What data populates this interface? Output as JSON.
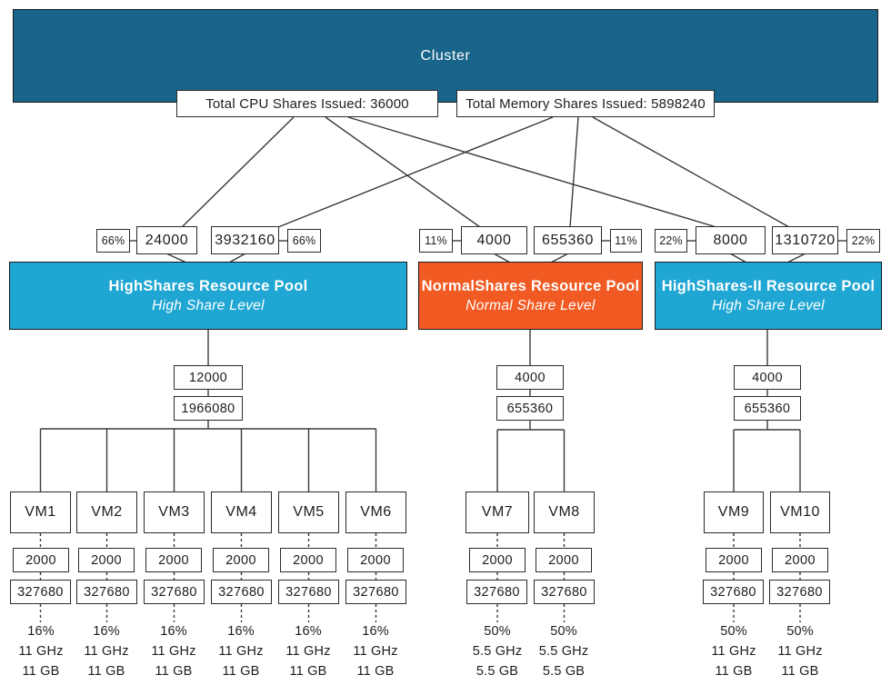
{
  "colors": {
    "cluster_bg": "#19648A",
    "high_pool_bg": "#1FA6D3",
    "normal_pool_bg": "#F15A22"
  },
  "cluster": {
    "label": "Cluster"
  },
  "totals": {
    "cpu": "Total CPU Shares Issued: 36000",
    "memory": "Total Memory Shares Issued: 5898240"
  },
  "pools": [
    {
      "name": "HighShares Resource Pool",
      "share_level": "High Share Level",
      "cpu_pct": "66%",
      "cpu_shares": "24000",
      "memory_shares": "3932160",
      "memory_pct": "66%",
      "pool_cpu_shares": "12000",
      "pool_memory_shares": "1966080"
    },
    {
      "name": "NormalShares Resource Pool",
      "share_level": "Normal Share Level",
      "cpu_pct": "11%",
      "cpu_shares": "4000",
      "memory_shares": "655360",
      "memory_pct": "11%",
      "pool_cpu_shares": "4000",
      "pool_memory_shares": "655360"
    },
    {
      "name": "HighShares-II Resource Pool",
      "share_level": "High Share Level",
      "cpu_pct": "22%",
      "cpu_shares": "8000",
      "memory_shares": "1310720",
      "memory_pct": "22%",
      "pool_cpu_shares": "4000",
      "pool_memory_shares": "655360"
    }
  ],
  "vms": [
    {
      "name": "VM1",
      "cpu_shares": "2000",
      "memory_shares": "327680",
      "entitlement_pct": "16%",
      "cpu_entitlement": "11 GHz",
      "memory_entitlement": "11 GB"
    },
    {
      "name": "VM2",
      "cpu_shares": "2000",
      "memory_shares": "327680",
      "entitlement_pct": "16%",
      "cpu_entitlement": "11 GHz",
      "memory_entitlement": "11 GB"
    },
    {
      "name": "VM3",
      "cpu_shares": "2000",
      "memory_shares": "327680",
      "entitlement_pct": "16%",
      "cpu_entitlement": "11 GHz",
      "memory_entitlement": "11 GB"
    },
    {
      "name": "VM4",
      "cpu_shares": "2000",
      "memory_shares": "327680",
      "entitlement_pct": "16%",
      "cpu_entitlement": "11 GHz",
      "memory_entitlement": "11 GB"
    },
    {
      "name": "VM5",
      "cpu_shares": "2000",
      "memory_shares": "327680",
      "entitlement_pct": "16%",
      "cpu_entitlement": "11 GHz",
      "memory_entitlement": "11 GB"
    },
    {
      "name": "VM6",
      "cpu_shares": "2000",
      "memory_shares": "327680",
      "entitlement_pct": "16%",
      "cpu_entitlement": "11 GHz",
      "memory_entitlement": "11 GB"
    },
    {
      "name": "VM7",
      "cpu_shares": "2000",
      "memory_shares": "327680",
      "entitlement_pct": "50%",
      "cpu_entitlement": "5.5 GHz",
      "memory_entitlement": "5.5 GB"
    },
    {
      "name": "VM8",
      "cpu_shares": "2000",
      "memory_shares": "327680",
      "entitlement_pct": "50%",
      "cpu_entitlement": "5.5 GHz",
      "memory_entitlement": "5.5 GB"
    },
    {
      "name": "VM9",
      "cpu_shares": "2000",
      "memory_shares": "327680",
      "entitlement_pct": "50%",
      "cpu_entitlement": "11 GHz",
      "memory_entitlement": "11 GB"
    },
    {
      "name": "VM10",
      "cpu_shares": "2000",
      "memory_shares": "327680",
      "entitlement_pct": "50%",
      "cpu_entitlement": "11 GHz",
      "memory_entitlement": "11 GB"
    }
  ]
}
